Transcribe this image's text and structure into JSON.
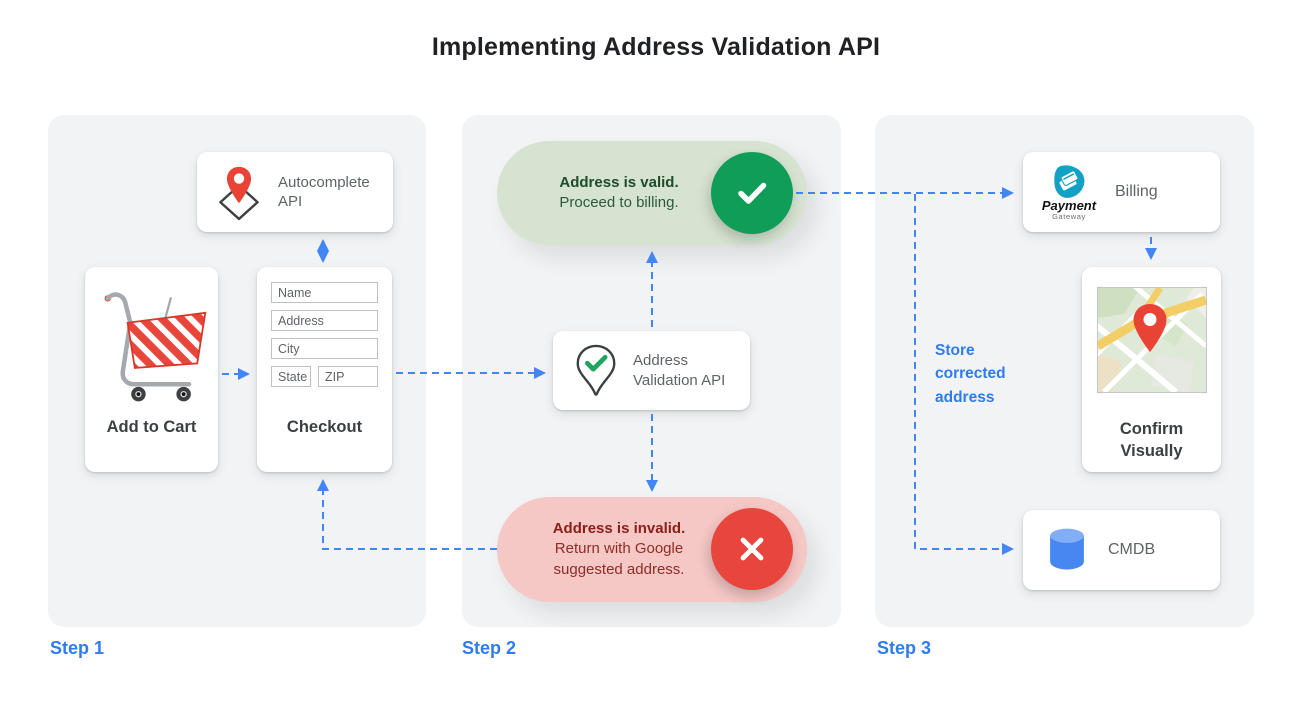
{
  "title": "Implementing Address Validation API",
  "colors": {
    "accent_blue": "#4285f4",
    "label_blue": "#2e7cf0",
    "panel_bg": "#f1f3f4",
    "valid_bg": "#d6e3d0",
    "valid_text": "#1d4b2c",
    "valid_circle": "#0f9d58",
    "invalid_bg": "#f5c7c5",
    "invalid_text": "#8a1f18",
    "invalid_circle": "#e8453c",
    "pin_red": "#e94335",
    "payment_teal": "#13a0c5",
    "cmdb_blue": "#4787f2"
  },
  "steps": [
    {
      "label": "Step 1"
    },
    {
      "label": "Step 2"
    },
    {
      "label": "Step 3"
    }
  ],
  "step1": {
    "autocomplete_api": {
      "label": "Autocomplete API"
    },
    "add_to_cart": {
      "label": "Add to Cart"
    },
    "checkout": {
      "label": "Checkout",
      "fields": [
        "Name",
        "Address",
        "City",
        "State",
        "ZIP"
      ]
    }
  },
  "step2": {
    "valid": {
      "title": "Address is valid.",
      "subtitle": "Proceed to billing."
    },
    "validation_api": {
      "label": "Address Validation API"
    },
    "invalid": {
      "title": "Address is invalid.",
      "subtitle": "Return with Google suggested address."
    }
  },
  "step3": {
    "billing": {
      "label": "Billing",
      "logo_name": "Payment",
      "logo_sub": "Gateway"
    },
    "confirm": {
      "label": "Confirm Visually"
    },
    "cmdb": {
      "label": "CMDB"
    },
    "note": "Store corrected address"
  }
}
